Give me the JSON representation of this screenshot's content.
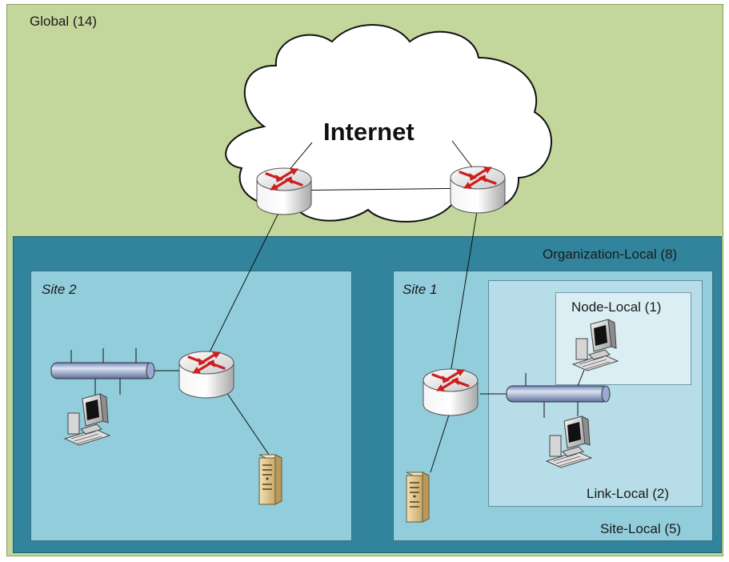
{
  "zones": {
    "global": "Global (14)",
    "organization_local": "Organization-Local (8)",
    "site2": "Site 2",
    "site1": "Site 1",
    "site_local": "Site-Local (5)",
    "link_local": "Link-Local (2)",
    "node_local": "Node-Local (1)"
  },
  "cloud": {
    "label": "Internet"
  },
  "colors": {
    "global": "#c3d69b",
    "organization": "#31849b",
    "site": "#92cddc",
    "link": "#b7dde8",
    "node": "#daeef3",
    "router_arrows": "#cc1f1f"
  },
  "icons": [
    "router-icon",
    "computer-icon",
    "server-icon",
    "ethernet-bus-icon",
    "cloud-icon"
  ]
}
